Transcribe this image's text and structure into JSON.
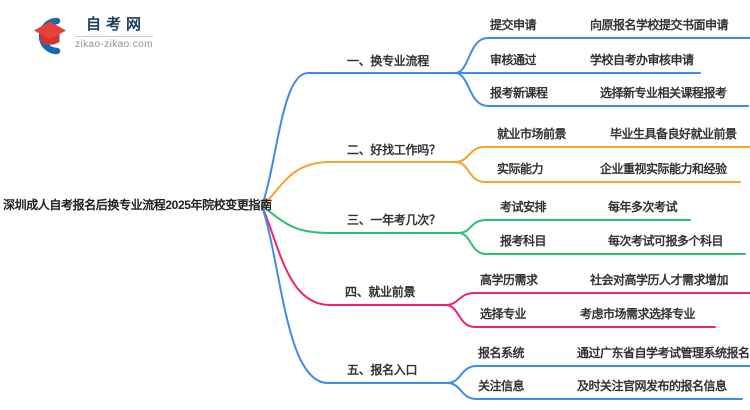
{
  "logo": {
    "site_name": "自考网",
    "domain": "zikao-zikao.com"
  },
  "central_topic": "深圳成人自考报名后换专业流程2025年院校变更指南",
  "colors": {
    "branch_blue": "#3D8CEC",
    "branch_orange": "#F7A428",
    "branch_green": "#2BBE76",
    "branch_pink": "#EF2179",
    "logo_blue": "#1668AE",
    "logo_red": "#E8403C",
    "text": "#333333"
  },
  "branches": [
    {
      "label": "一、换专业流程",
      "color": "#3D8CEC",
      "children": [
        {
          "label": "提交申请",
          "desc": "向原报名学校提交书面申请"
        },
        {
          "label": "审核通过",
          "desc": "学校自考办审核申请"
        },
        {
          "label": "报考新课程",
          "desc": "选择新专业相关课程报考"
        }
      ]
    },
    {
      "label": "二、好找工作吗？",
      "color": "#F7A428",
      "children": [
        {
          "label": "就业市场前景",
          "desc": "毕业生具备良好就业前景"
        },
        {
          "label": "实际能力",
          "desc": "企业重视实际能力和经验"
        }
      ]
    },
    {
      "label": "三、一年考几次？",
      "color": "#2BBE76",
      "children": [
        {
          "label": "考试安排",
          "desc": "每年多次考试"
        },
        {
          "label": "报考科目",
          "desc": "每次考试可报多个科目"
        }
      ]
    },
    {
      "label": "四、就业前景",
      "color": "#EF2179",
      "children": [
        {
          "label": "高学历需求",
          "desc": "社会对高学历人才需求增加"
        },
        {
          "label": "选择专业",
          "desc": "考虑市场需求选择专业"
        }
      ]
    },
    {
      "label": "五、报名入口",
      "color": "#3D8CEC",
      "children": [
        {
          "label": "报名系统",
          "desc": "通过广东省自学考试管理系统报名"
        },
        {
          "label": "关注信息",
          "desc": "及时关注官网发布的报名信息"
        }
      ]
    }
  ]
}
